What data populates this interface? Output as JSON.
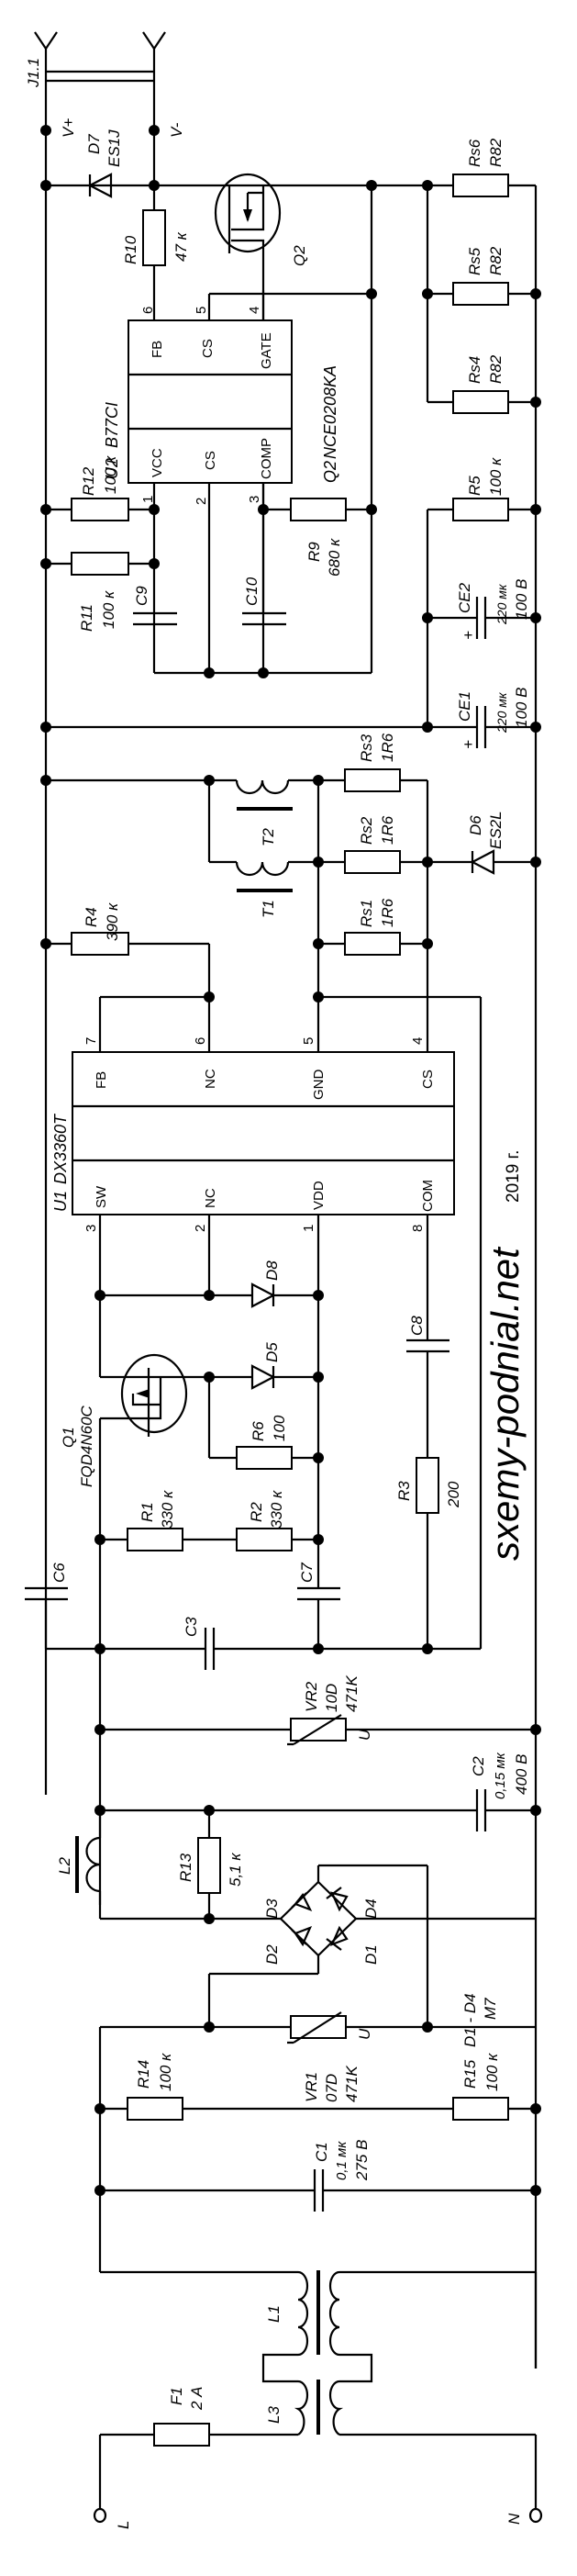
{
  "title": "LED driver power supply schematic",
  "watermark": {
    "site": "sxemy-podnial.net",
    "year": "2019 г."
  },
  "connector": {
    "ref": "J1.1",
    "pos_label": "V+",
    "neg_label": "V-"
  },
  "mains": {
    "line_label": "L",
    "neutral_label": "N"
  },
  "components": {
    "D7": {
      "ref": "D7",
      "value": "ES1J"
    },
    "R10": {
      "ref": "R10",
      "value": "47 к"
    },
    "Q2": {
      "ref": "Q2"
    },
    "Q2_part": {
      "ref": "Q2",
      "value": "NCE0208KA"
    },
    "Rs6": {
      "ref": "Rs6",
      "value": "R82"
    },
    "Rs5": {
      "ref": "Rs5",
      "value": "R82"
    },
    "Rs4": {
      "ref": "Rs4",
      "value": "R82"
    },
    "R5": {
      "ref": "R5",
      "value": "100 к"
    },
    "U2": {
      "ref": "U2",
      "value": "B77CI",
      "pins_top": [
        {
          "num": "6",
          "name": "FB"
        },
        {
          "num": "5",
          "name": "CS"
        },
        {
          "num": "4",
          "name": "GATE"
        }
      ],
      "pins_bottom": [
        {
          "num": "1",
          "name": "VCC"
        },
        {
          "num": "2",
          "name": "CS"
        },
        {
          "num": "3",
          "name": "COMP"
        }
      ]
    },
    "R12": {
      "ref": "R12",
      "value": "100 к"
    },
    "R11": {
      "ref": "R11",
      "value": "100 к"
    },
    "R9": {
      "ref": "R9",
      "value": "680 к"
    },
    "C9": {
      "ref": "C9"
    },
    "C10": {
      "ref": "C10"
    },
    "CE2": {
      "ref": "CE2",
      "value": "220 мк",
      "voltage": "100 В",
      "polarity": "+"
    },
    "CE1": {
      "ref": "CE1",
      "value": "220 мк",
      "voltage": "100 В",
      "polarity": "+"
    },
    "T2": {
      "ref": "T2"
    },
    "T1": {
      "ref": "T1"
    },
    "Rs3": {
      "ref": "Rs3",
      "value": "1R6"
    },
    "Rs2": {
      "ref": "Rs2",
      "value": "1R6"
    },
    "Rs1": {
      "ref": "Rs1",
      "value": "1R6"
    },
    "D6": {
      "ref": "D6",
      "value": "ES2L"
    },
    "R4": {
      "ref": "R4",
      "value": "390 к"
    },
    "U1": {
      "ref": "U1",
      "value": "DX3360T",
      "pins_top": [
        {
          "num": "7",
          "name": "FB"
        },
        {
          "num": "6",
          "name": "NC"
        },
        {
          "num": "5",
          "name": "GND"
        },
        {
          "num": "4",
          "name": "CS"
        }
      ],
      "pins_bottom": [
        {
          "num": "3",
          "name": "SW"
        },
        {
          "num": "2",
          "name": "NC"
        },
        {
          "num": "1",
          "name": "VDD"
        },
        {
          "num": "8",
          "name": "COM"
        }
      ]
    },
    "D8": {
      "ref": "D8"
    },
    "D5": {
      "ref": "D5"
    },
    "Q1": {
      "ref": "Q1",
      "value": "FQD4N60C"
    },
    "R6": {
      "ref": "R6",
      "value": "100"
    },
    "C8": {
      "ref": "C8"
    },
    "R3": {
      "ref": "R3",
      "value": "200"
    },
    "R1": {
      "ref": "R1",
      "value": "330 к"
    },
    "R2": {
      "ref": "R2",
      "value": "330 к"
    },
    "C6": {
      "ref": "C6"
    },
    "C7": {
      "ref": "C7"
    },
    "C3": {
      "ref": "C3"
    },
    "VR2": {
      "ref": "VR2",
      "type": "10D",
      "value": "471K",
      "mark": "U"
    },
    "C2": {
      "ref": "C2",
      "value": "0,15 мк",
      "voltage": "400 В"
    },
    "L2": {
      "ref": "L2"
    },
    "R13": {
      "ref": "R13",
      "value": "5,1 к"
    },
    "D1": {
      "ref": "D1"
    },
    "D2": {
      "ref": "D2"
    },
    "D3": {
      "ref": "D3"
    },
    "D4": {
      "ref": "D4"
    },
    "bridge_note": {
      "ref": "D1 - D4",
      "value": "M7"
    },
    "VR1": {
      "ref": "VR1",
      "type": "07D",
      "value": "471K",
      "mark": "U"
    },
    "R14": {
      "ref": "R14",
      "value": "100 к"
    },
    "R15": {
      "ref": "R15",
      "value": "100 к"
    },
    "C1": {
      "ref": "C1",
      "value": "0,1 мк",
      "voltage": "275 В"
    },
    "L1": {
      "ref": "L1"
    },
    "L3": {
      "ref": "L3"
    },
    "F1": {
      "ref": "F1",
      "value": "2 А"
    }
  }
}
